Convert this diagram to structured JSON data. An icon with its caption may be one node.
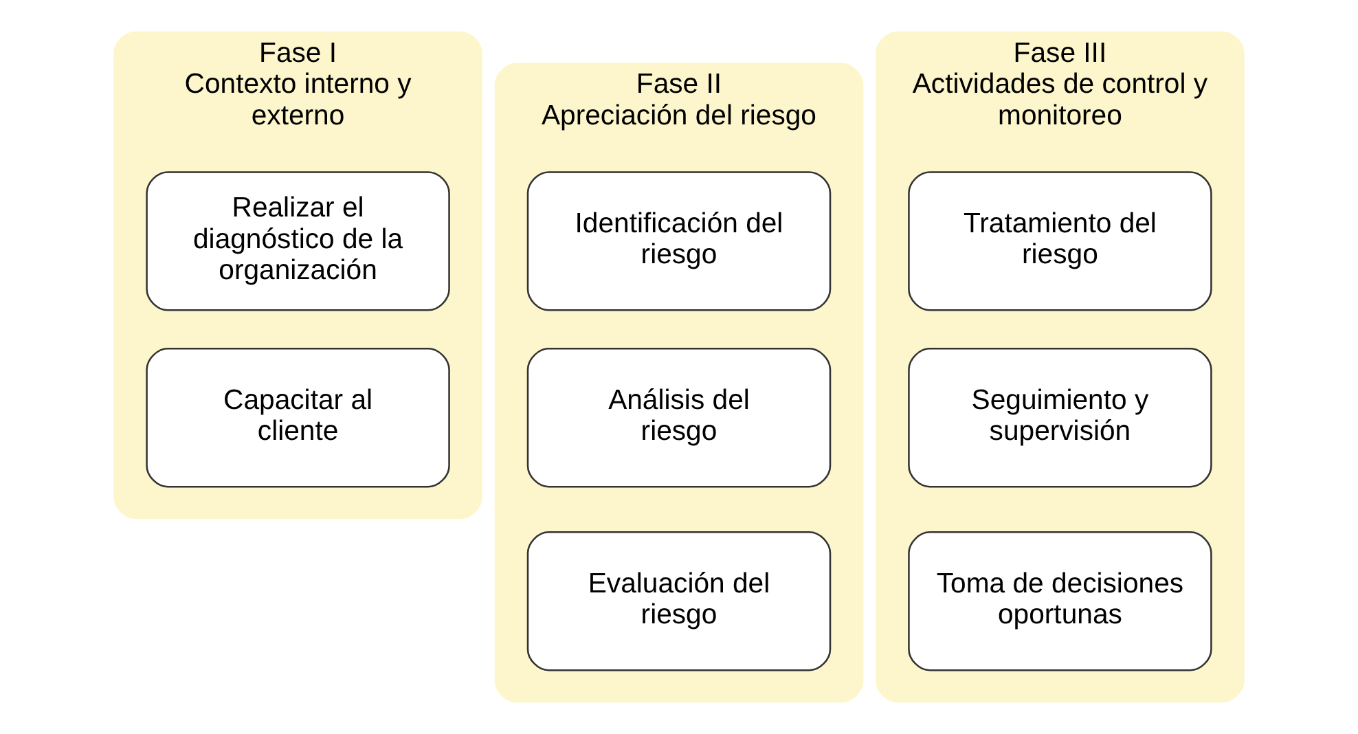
{
  "diagram": {
    "nodes": [
      {
        "text": [
          "Fase I",
          "Contexto interno y externo"
        ]
      },
      {
        "text": [
          "Realizar el diagnóstico de la organización"
        ],
        "in": 0
      },
      {
        "text": [
          "Capacitar al cliente"
        ],
        "in": 0
      },
      {
        "text": [
          "Fase II",
          "Apreciación del riesgo"
        ]
      },
      {
        "text": [
          "Identificación del riesgo"
        ],
        "in": 3
      },
      {
        "text": [
          "Análisis del riesgo"
        ],
        "in": 3
      },
      {
        "text": [
          "Evaluación del riesgo"
        ],
        "in": 3
      },
      {
        "text": [
          "Fase III",
          "Actividades de control y monitoreo"
        ]
      },
      {
        "text": [
          "Tratamiento del riesgo"
        ],
        "in": 7
      },
      {
        "text": [
          "Seguimiento y supervisión"
        ],
        "in": 7
      },
      {
        "text": [
          "Toma de decisiones oportunas"
        ],
        "in": 7
      }
    ],
    "edges": []
  }
}
